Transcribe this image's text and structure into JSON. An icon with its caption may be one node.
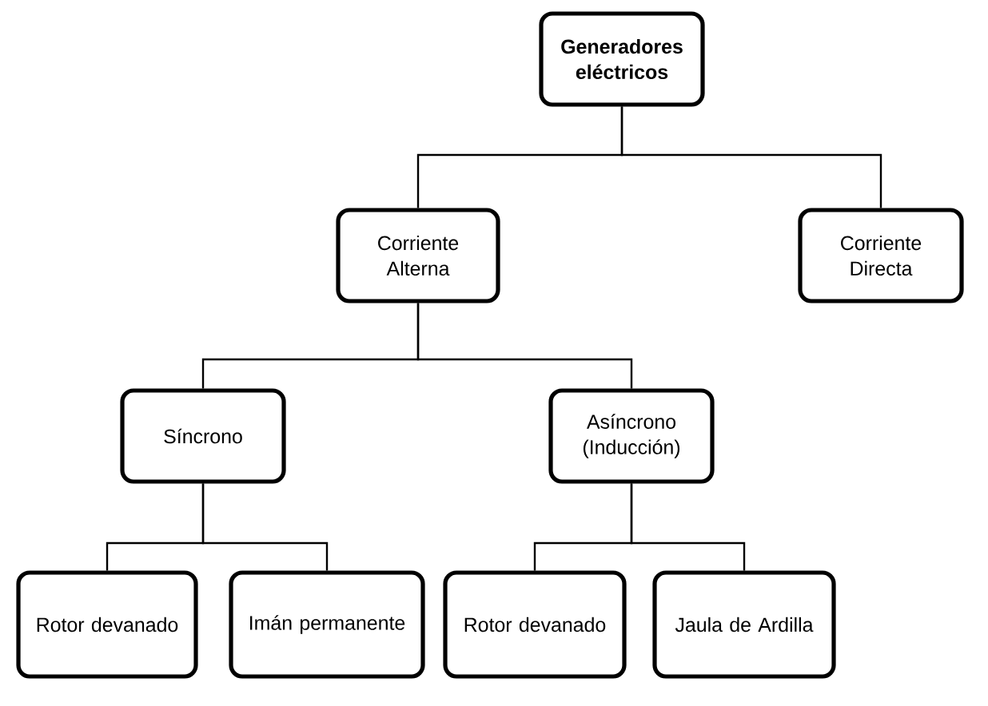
{
  "diagram": {
    "nodes": [
      {
        "text": [
          "Generadores eléctricos"
        ]
      },
      {
        "text": [
          "Corriente Alterna"
        ]
      },
      {
        "text": [
          "Corriente Directa"
        ]
      },
      {
        "text": [
          "Síncrono"
        ]
      },
      {
        "text": [
          "Asíncrono (Inducción)"
        ]
      },
      {
        "text": [
          "Rotor devanado"
        ]
      },
      {
        "text": [
          "Imán permanente"
        ]
      },
      {
        "text": [
          "Rotor devanado"
        ]
      },
      {
        "text": [
          "Jaula de Ardilla"
        ]
      }
    ],
    "edges": [
      {
        "from": 0,
        "to": 1,
        "arrow": "none"
      },
      {
        "from": 0,
        "to": 2,
        "arrow": "none"
      },
      {
        "from": 1,
        "to": 3,
        "arrow": "none"
      },
      {
        "from": 1,
        "to": 4,
        "arrow": "none"
      },
      {
        "from": 3,
        "to": 5,
        "arrow": "none"
      },
      {
        "from": 3,
        "to": 6,
        "arrow": "none"
      },
      {
        "from": 4,
        "to": 7,
        "arrow": "none"
      },
      {
        "from": 4,
        "to": 8,
        "arrow": "none"
      }
    ]
  }
}
